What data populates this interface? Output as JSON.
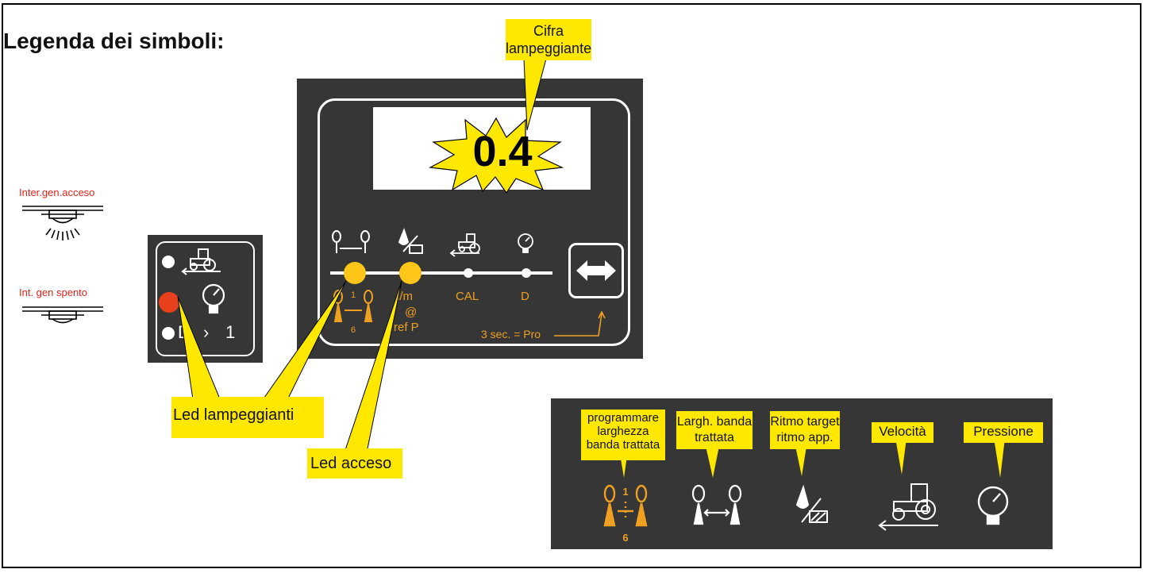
{
  "title": "Legenda dei simboli:",
  "switch_on_label": "Inter.gen.acceso",
  "switch_off_label": "Int. gen spento",
  "small_panel": {
    "d_label": "D",
    "d_arrow": "›",
    "d_value": "1",
    "led_states": [
      "off",
      "on-red",
      "off"
    ]
  },
  "display": {
    "value": "0.4",
    "callout": "Cifra\nlampeggiante"
  },
  "main_panel": {
    "leds": [
      {
        "label_top": "1",
        "label_bottom": "6",
        "state": "on-yellow",
        "color": "#ffc61a"
      },
      {
        "line1": "l/m",
        "line2": "@",
        "line3": "ref P",
        "state": "on-yellow",
        "color": "#ffc61a"
      },
      {
        "label": "CAL",
        "state": "off"
      },
      {
        "label": "D",
        "state": "off"
      }
    ],
    "pro_text": "3 sec. = Pro"
  },
  "callouts": {
    "led_flashing": "Led lampeggianti",
    "led_on": "Led acceso"
  },
  "legend": {
    "items": [
      {
        "label": "programmare larghezza banda trattata",
        "icon": "boom-width-program-icon",
        "num_top": "1",
        "num_bottom": "6"
      },
      {
        "label": "Largh. banda trattata",
        "icon": "boom-width-icon"
      },
      {
        "label": "Ritmo target ritmo app.",
        "icon": "drop-rate-icon"
      },
      {
        "label": "Velocità",
        "icon": "tractor-icon"
      },
      {
        "label": "Pressione",
        "icon": "pressure-gauge-icon"
      }
    ]
  },
  "colors": {
    "led_yellow": "#ffc61a",
    "led_red": "#e8401c",
    "accent_orange": "#f0a020",
    "callout_yellow": "#ffe800",
    "panel_dark": "#363636"
  }
}
